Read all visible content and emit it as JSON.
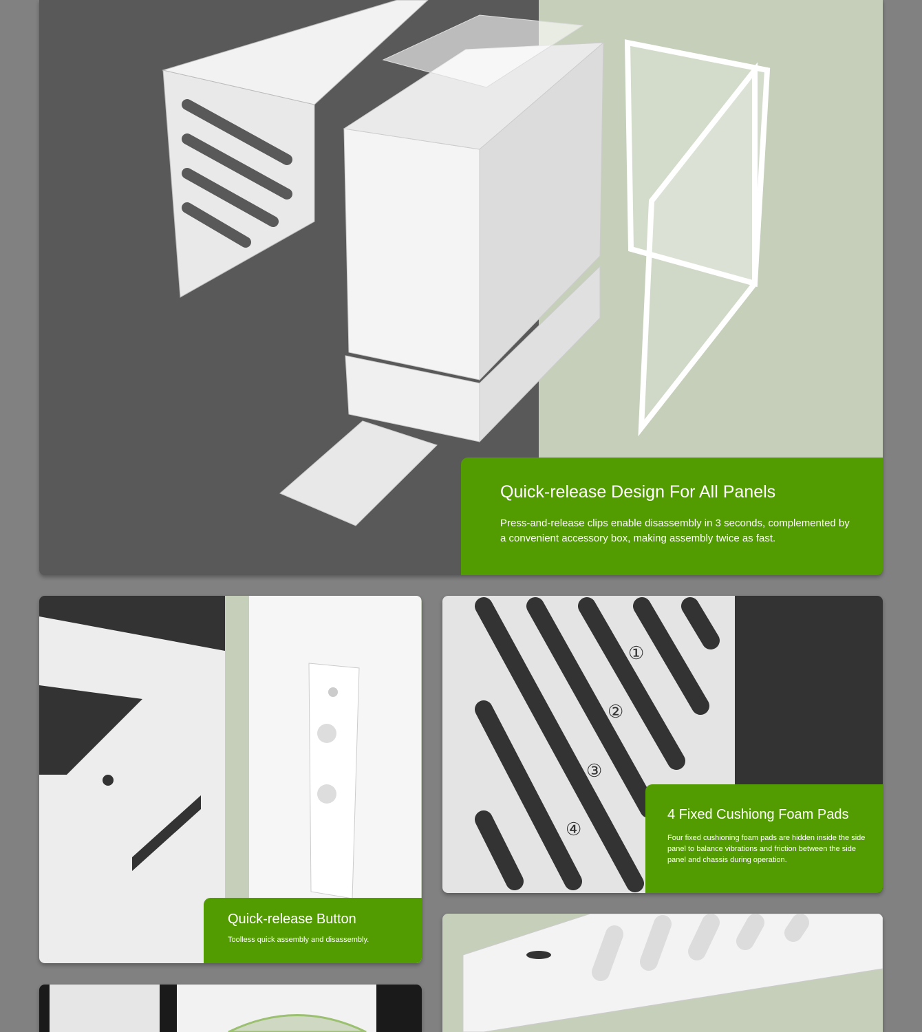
{
  "colors": {
    "accent": "#529b00",
    "dark": "#595959",
    "sage": "#c5cfba"
  },
  "panels": [
    {
      "title": "Quick-release Design For All Panels",
      "description": "Press-and-release clips enable disassembly in 3 seconds, complemented by a convenient accessory box, making assembly twice as fast."
    },
    {
      "title": "Quick-release Button",
      "description": "Toolless quick assembly and disassembly."
    },
    {
      "title": "4 Fixed Cushiong Foam Pads",
      "description": "Four fixed cushioning foam pads are hidden inside the side panel to balance vibrations and friction between the side panel and chassis during operation.",
      "markers": [
        "①",
        "②",
        "③",
        "④"
      ]
    }
  ]
}
